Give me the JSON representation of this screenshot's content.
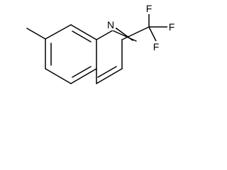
{
  "molecule": {
    "atoms": {
      "nitrogen": "N",
      "fluorine_top": "F",
      "fluorine_right": "F",
      "fluorine_bottom": "F"
    }
  }
}
